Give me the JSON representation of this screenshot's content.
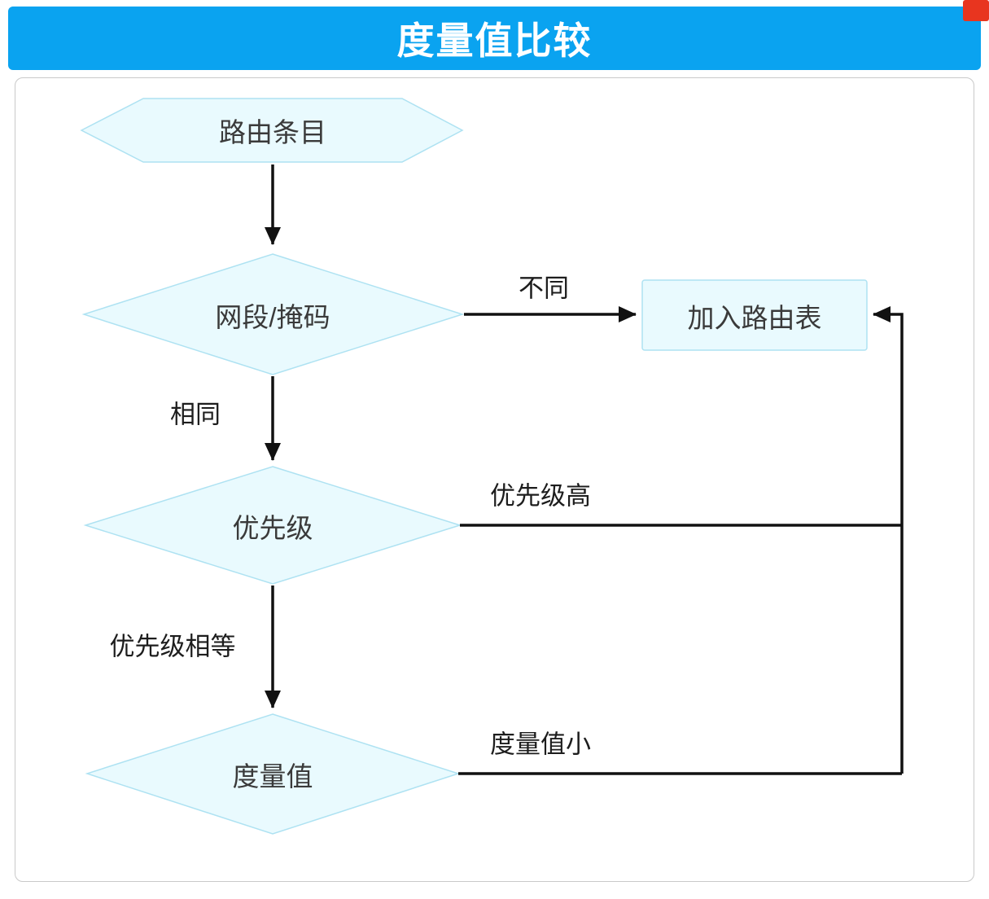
{
  "header": {
    "title": "度量值比较"
  },
  "nodes": {
    "route_entry": {
      "label": "路由条目"
    },
    "segment_mask": {
      "label": "网段/掩码"
    },
    "add_route": {
      "label": "加入路由表"
    },
    "priority": {
      "label": "优先级"
    },
    "metric": {
      "label": "度量值"
    }
  },
  "edges": {
    "different": "不同",
    "same": "相同",
    "priority_high": "优先级高",
    "priority_equal": "优先级相等",
    "metric_small": "度量值小"
  },
  "colors": {
    "header_bg": "#0aa3f0",
    "header_text": "#ffffff",
    "shape_fill": "#e9fafe",
    "shape_border": "#aee2f2",
    "line": "#111111",
    "corner_marker": "#e8351f"
  }
}
